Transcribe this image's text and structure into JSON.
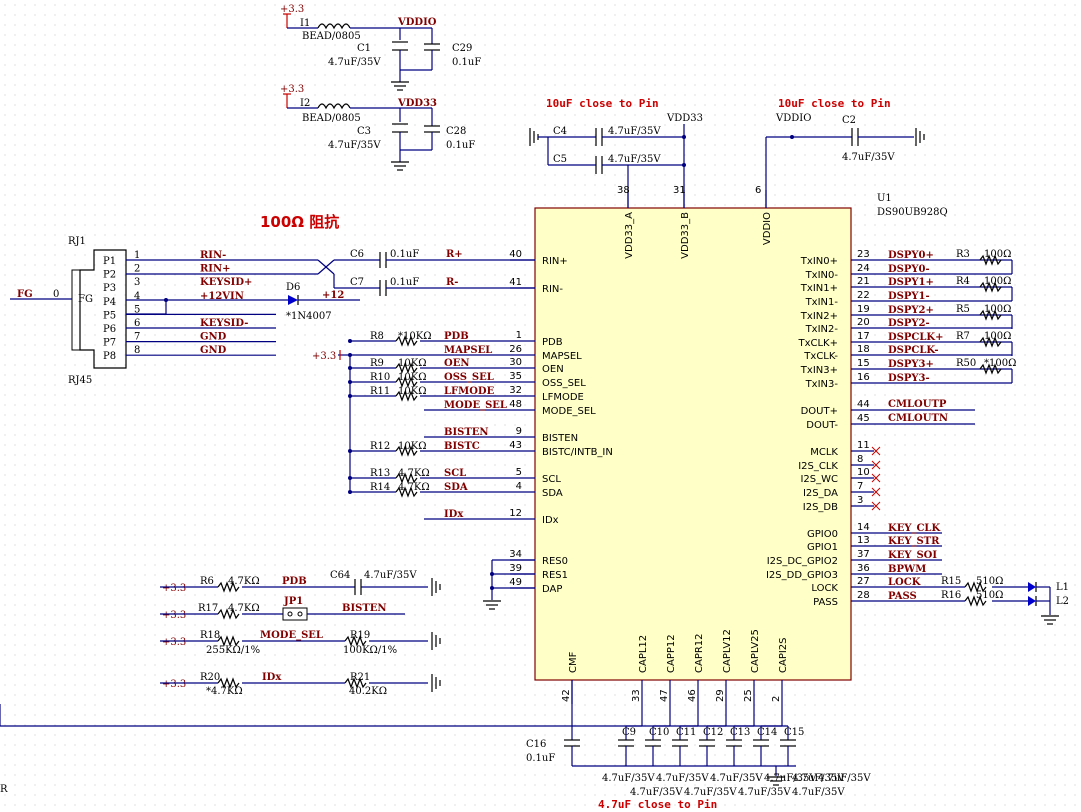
{
  "annotations": {
    "note_10uf_a": "10uF close to Pin",
    "note_10uf_b": "10uF close to Pin",
    "note_47uf": "4.7uF close to Pin",
    "impedance": "100Ω 阻抗"
  },
  "power": {
    "v33": "+3.3",
    "vddio": "VDDIO",
    "vdd33": "VDD33",
    "fg": "FG",
    "p12": "+12"
  },
  "filters": [
    {
      "bead": "I1",
      "bead_value": "BEAD/0805",
      "net": "VDDIO",
      "c_big": "C1",
      "c_big_val": "4.7uF/35V",
      "c_small": "C29",
      "c_small_val": "0.1uF"
    },
    {
      "bead": "I2",
      "bead_value": "BEAD/0805",
      "net": "VDD33",
      "c_big": "C3",
      "c_big_val": "4.7uF/35V",
      "c_small": "C28",
      "c_small_val": "0.1uF"
    }
  ],
  "top_caps": {
    "c4": "C4",
    "c4_val": "4.7uF/35V",
    "c5": "C5",
    "c5_val": "4.7uF/35V",
    "c2": "C2",
    "c2_val": "4.7uF/35V"
  },
  "chip": {
    "ref": "U1",
    "part": "DS90UB928Q",
    "top_pins": [
      {
        "name": "VDD33_A",
        "num": "38"
      },
      {
        "name": "VDD33_B",
        "num": "31"
      },
      {
        "name": "VDDIO",
        "num": "6"
      }
    ],
    "left_pins": [
      {
        "name": "RIN+",
        "num": "40"
      },
      {
        "name": "RIN-",
        "num": "41"
      },
      {
        "name": "PDB",
        "num": "1"
      },
      {
        "name": "MAPSEL",
        "num": "26"
      },
      {
        "name": "OEN",
        "num": "30"
      },
      {
        "name": "OSS_SEL",
        "num": "35"
      },
      {
        "name": "LFMODE",
        "num": "32"
      },
      {
        "name": "MODE_SEL",
        "num": "48"
      },
      {
        "name": "BISTEN",
        "num": "9"
      },
      {
        "name": "BISTC/INTB_IN",
        "num": "43"
      },
      {
        "name": "SCL",
        "num": "5"
      },
      {
        "name": "SDA",
        "num": "4"
      },
      {
        "name": "IDx",
        "num": "12"
      },
      {
        "name": "RES0",
        "num": "34"
      },
      {
        "name": "RES1",
        "num": "39"
      },
      {
        "name": "DAP",
        "num": "49"
      }
    ],
    "right_pins": [
      {
        "name": "TxIN0+",
        "num": "23"
      },
      {
        "name": "TxIN0-",
        "num": "24"
      },
      {
        "name": "TxIN1+",
        "num": "21"
      },
      {
        "name": "TxIN1-",
        "num": "22"
      },
      {
        "name": "TxIN2+",
        "num": "19"
      },
      {
        "name": "TxIN2-",
        "num": "20"
      },
      {
        "name": "TxCLK+",
        "num": "17"
      },
      {
        "name": "TxCLK-",
        "num": "18"
      },
      {
        "name": "TxIN3+",
        "num": "15"
      },
      {
        "name": "TxIN3-",
        "num": "16"
      },
      {
        "name": "DOUT+",
        "num": "44"
      },
      {
        "name": "DOUT-",
        "num": "45"
      },
      {
        "name": "MCLK",
        "num": "11"
      },
      {
        "name": "I2S_CLK",
        "num": "8"
      },
      {
        "name": "I2S_WC",
        "num": "10"
      },
      {
        "name": "I2S_DA",
        "num": "7"
      },
      {
        "name": "I2S_DB",
        "num": "3"
      },
      {
        "name": "GPIO0",
        "num": "14"
      },
      {
        "name": "GPIO1",
        "num": "13"
      },
      {
        "name": "I2S_DC_GPIO2",
        "num": "37"
      },
      {
        "name": "I2S_DD_GPIO3",
        "num": "36"
      },
      {
        "name": "LOCK",
        "num": "27"
      },
      {
        "name": "PASS",
        "num": "28"
      }
    ],
    "bottom_pins": [
      {
        "name": "CMF",
        "num": "42"
      },
      {
        "name": "CAPL12",
        "num": "33"
      },
      {
        "name": "CAPP12",
        "num": "47"
      },
      {
        "name": "CAPR12",
        "num": "46"
      },
      {
        "name": "CAPLV12",
        "num": "29"
      },
      {
        "name": "CAPLV25",
        "num": "25"
      },
      {
        "name": "CAPI2S",
        "num": "2"
      }
    ]
  },
  "right_nets": [
    {
      "net": "DSPY0+",
      "res": "R3",
      "val": "100Ω"
    },
    {
      "net": "DSPY0-",
      "res": "",
      "val": ""
    },
    {
      "net": "DSPY1+",
      "res": "R4",
      "val": "100Ω"
    },
    {
      "net": "DSPY1-",
      "res": "",
      "val": ""
    },
    {
      "net": "DSPY2+",
      "res": "R5",
      "val": "100Ω"
    },
    {
      "net": "DSPY2-",
      "res": "",
      "val": ""
    },
    {
      "net": "DSPCLK+",
      "res": "R7",
      "val": "100Ω"
    },
    {
      "net": "DSPCLK-",
      "res": "",
      "val": ""
    },
    {
      "net": "DSPY3+",
      "res": "R50",
      "val": "*100Ω"
    },
    {
      "net": "DSPY3-",
      "res": "",
      "val": ""
    }
  ],
  "cml": [
    "CMLOUTP",
    "CMLOUTN"
  ],
  "gpio_nets": [
    "KEY_CLK",
    "KEY_STR",
    "KEY_SOI",
    "BPWM",
    "LOCK",
    "PASS"
  ],
  "leds": {
    "r15": "R15",
    "r15_val": "510Ω",
    "r16": "R16",
    "r16_val": "510Ω",
    "l1": "L1",
    "l2": "L2"
  },
  "connector": {
    "ref": "RJ1",
    "type": "RJ45",
    "fg_pin": "FG",
    "fg_num": "0",
    "pins": [
      {
        "p": "P1",
        "n": "1",
        "net": "RIN-"
      },
      {
        "p": "P2",
        "n": "2",
        "net": "RIN+"
      },
      {
        "p": "P3",
        "n": "3",
        "net": "KEYSID+"
      },
      {
        "p": "P4",
        "n": "4",
        "net": "+12VIN"
      },
      {
        "p": "P5",
        "n": "5",
        "net": ""
      },
      {
        "p": "P6",
        "n": "6",
        "net": "KEYSID-"
      },
      {
        "p": "P7",
        "n": "7",
        "net": "GND"
      },
      {
        "p": "P8",
        "n": "8",
        "net": "GND"
      }
    ],
    "diode": "D6",
    "diode_val": "*1N4007"
  },
  "rin_caps": [
    {
      "ref": "C6",
      "val": "0.1uF",
      "net": "R+"
    },
    {
      "ref": "C7",
      "val": "0.1uF",
      "net": "R-"
    }
  ],
  "left_res": [
    {
      "ref": "R8",
      "val": "*10KΩ",
      "net": "PDB"
    },
    {
      "ref": "",
      "val": "",
      "net": "MAPSEL"
    },
    {
      "ref": "R9",
      "val": "10KΩ",
      "net": "OEN"
    },
    {
      "ref": "R10",
      "val": "10KΩ",
      "net": "OSS_SEL"
    },
    {
      "ref": "R11",
      "val": "10KΩ",
      "net": "LFMODE"
    },
    {
      "ref": "",
      "val": "",
      "net": "MODE_SEL"
    },
    {
      "ref": "",
      "val": "",
      "net": "BISTEN"
    },
    {
      "ref": "R12",
      "val": "10KΩ",
      "net": "BISTC"
    },
    {
      "ref": "R13",
      "val": "4.7KΩ",
      "net": "SCL"
    },
    {
      "ref": "R14",
      "val": "4.7KΩ",
      "net": "SDA"
    },
    {
      "ref": "",
      "val": "",
      "net": "IDx"
    }
  ],
  "bottom_left": {
    "r6": "R6",
    "r6_val": "4.7KΩ",
    "r6_net": "PDB",
    "c64": "C64",
    "c64_val": "4.7uF/35V",
    "r17": "R17",
    "r17_val": "4.7KΩ",
    "jp1": "JP1",
    "jp1_net": "BISTEN",
    "r18": "R18",
    "r18_val": "255KΩ/1%",
    "r18_net": "MODE_SEL",
    "r19": "R19",
    "r19_val": "100KΩ/1%",
    "r20": "R20",
    "r20_val": "*4.7KΩ",
    "r20_net": "IDx",
    "r21": "R21",
    "r21_val": "40.2KΩ"
  },
  "bottom_caps": {
    "c16": "C16",
    "c16_val": "0.1uF",
    "refs": [
      "C9",
      "C10",
      "C11",
      "C12",
      "C13",
      "C14",
      "C15"
    ],
    "vals_row1": [
      "4.7uF/35V",
      "4.7uF/35V",
      "4.7uF/35V",
      "4.7uF/35V",
      "4.7uF/35V"
    ],
    "vals_row2": [
      "4.7uF/35V",
      "4.7uF/35V",
      "4.7uF/35V",
      "4.7uF/35V"
    ]
  },
  "edge_mark": "R"
}
